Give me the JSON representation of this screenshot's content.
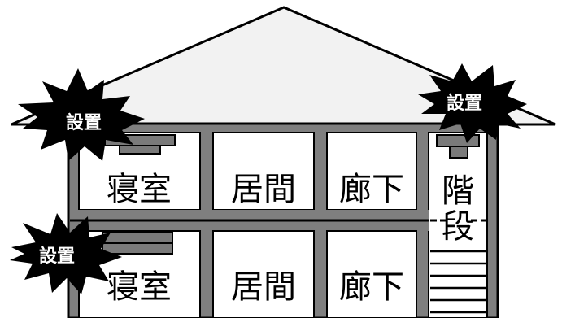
{
  "diagram": {
    "upper_floor": {
      "rooms": [
        {
          "label": "寝室"
        },
        {
          "label": "居間"
        },
        {
          "label": "廊下"
        }
      ],
      "stair": {
        "label_top": "階",
        "label_bottom": "段"
      }
    },
    "lower_floor": {
      "rooms": [
        {
          "label": "寝室"
        },
        {
          "label": "居間"
        },
        {
          "label": "廊下"
        }
      ]
    },
    "badges": [
      {
        "label": "設置",
        "location": "upper-bedroom"
      },
      {
        "label": "設置",
        "location": "stairwell-top"
      },
      {
        "label": "設置",
        "location": "lower-bedroom"
      }
    ],
    "colors": {
      "roof_fill": "#f2f2f2",
      "wall_gray": "#7f7f7f",
      "detector_gray": "#7a7a7a",
      "badge_black": "#000000",
      "badge_text": "#ffffff"
    }
  }
}
